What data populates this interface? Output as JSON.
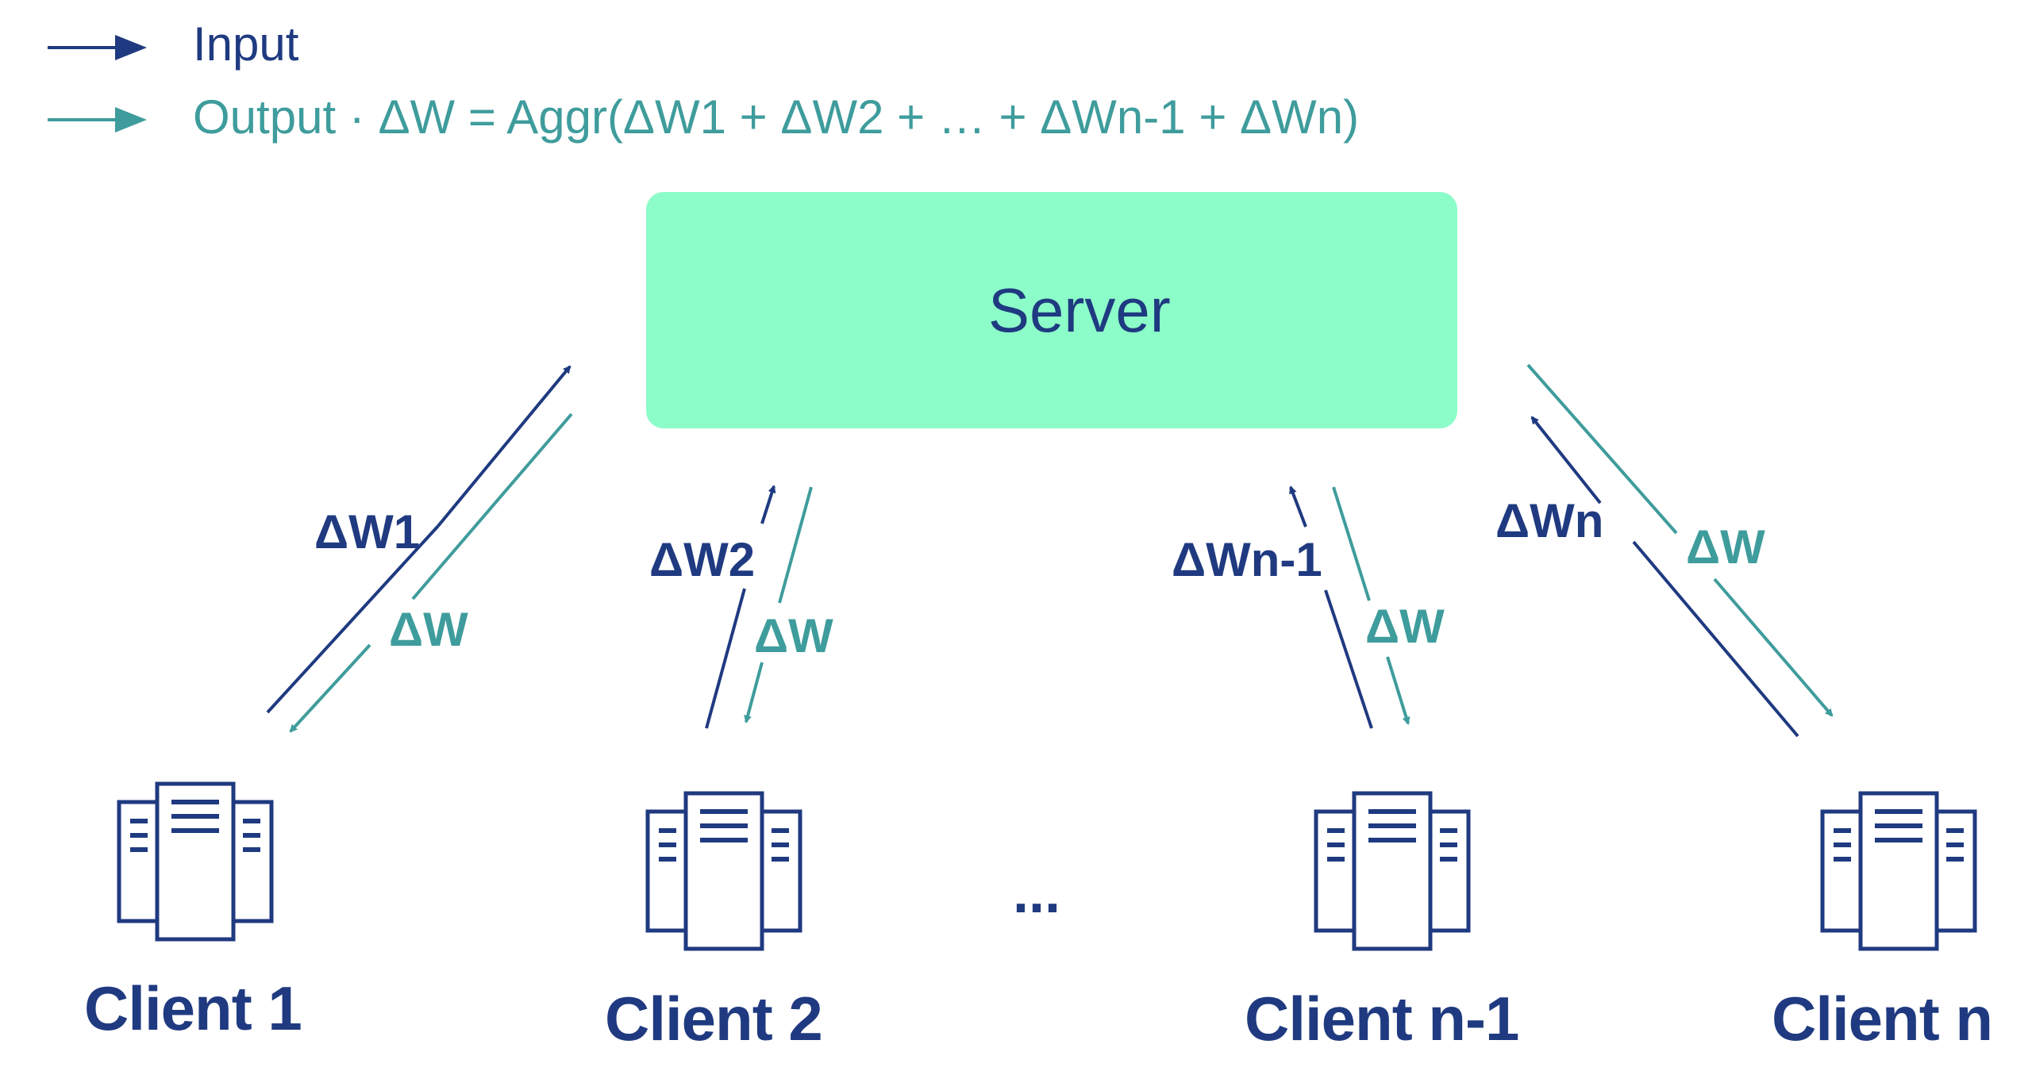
{
  "legend": {
    "input_label": "Input",
    "output_label": "Output · ΔW = Aggr(ΔW1 + ΔW2 + … + ΔWn-1 + ΔWn)"
  },
  "server": {
    "label": "Server",
    "icon": "cloud-sync-icon"
  },
  "edges": [
    {
      "up_label": "ΔW1",
      "down_label": "ΔW"
    },
    {
      "up_label": "ΔW2",
      "down_label": "ΔW"
    },
    {
      "up_label": "ΔWn-1",
      "down_label": "ΔW"
    },
    {
      "up_label": "ΔWn",
      "down_label": "ΔW"
    }
  ],
  "clients": [
    {
      "label": "Client 1",
      "icon": "server-rack-icon"
    },
    {
      "label": "Client 2",
      "icon": "server-rack-icon"
    },
    {
      "label": "Client n-1",
      "icon": "server-rack-icon"
    },
    {
      "label": "Client n",
      "icon": "server-rack-icon"
    }
  ],
  "ellipsis": "...",
  "colors": {
    "input": "#1f3a80",
    "output": "#3f9c9c",
    "server_fill": "#8cfcc8"
  }
}
